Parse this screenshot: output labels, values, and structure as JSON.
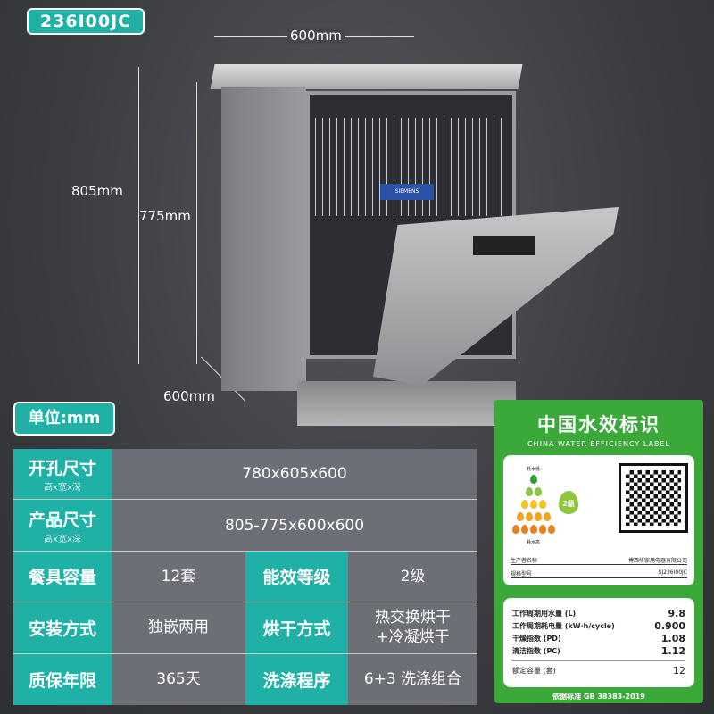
{
  "model": "236I00JC",
  "unit_badge": "单位:mm",
  "dimensions": {
    "width": "600mm",
    "height_max": "805mm",
    "height_min": "775mm",
    "depth": "600mm"
  },
  "appliance_brand": "SIEMENS",
  "specs": {
    "cutout": {
      "label": "开孔尺寸",
      "sub": "高x宽x深",
      "value": "780x605x600"
    },
    "product_size": {
      "label": "产品尺寸",
      "sub": "高x宽x深",
      "value": "805-775x600x600"
    },
    "rows": [
      {
        "l1": "餐具容量",
        "v1": "12套",
        "l2": "能效等级",
        "v2": "2级"
      },
      {
        "l1": "安装方式",
        "v1": "独嵌两用",
        "l2": "烘干方式",
        "v2": "热交换烘干\n+冷凝烘干"
      },
      {
        "l1": "质保年限",
        "v1": "365天",
        "l2": "洗涤程序",
        "v2": "6+3 洗涤组合"
      }
    ]
  },
  "water_label": {
    "title": "中国水效标识",
    "subtitle": "CHINA WATER EFFICIENCY LABEL",
    "low": "耗水低",
    "high": "耗水高",
    "grade": "2级",
    "manufacturer_label": "生产者名称",
    "manufacturer": "博西华家用电器有限公司",
    "model_label": "规格型号",
    "model": "SJ236I00JC",
    "metrics": [
      {
        "k": "工作周期用水量 (L)",
        "v": "9.8"
      },
      {
        "k": "工作周期耗电量 (kW·h/cycle)",
        "v": "0.900"
      },
      {
        "k": "干燥指数 (PD)",
        "v": "1.08"
      },
      {
        "k": "清洁指数 (PC)",
        "v": "1.12"
      }
    ],
    "capacity_label": "额定容量 (套)",
    "capacity": "12",
    "standard": "依据标准 GB 38383-2019"
  }
}
